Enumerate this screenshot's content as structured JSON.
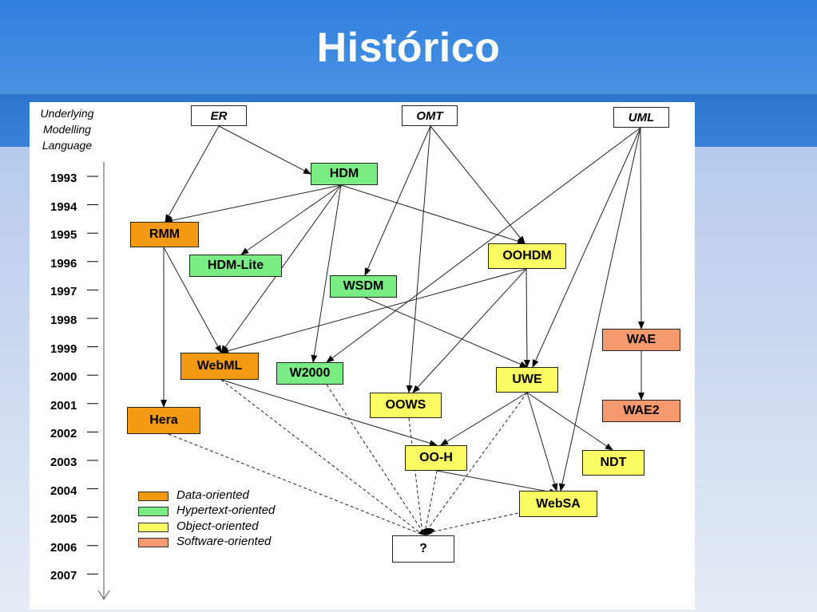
{
  "slide": {
    "title": "Histórico"
  },
  "axis": {
    "title_lines": [
      "Underlying",
      "Modelling",
      "Language"
    ],
    "years": [
      "1993",
      "1994",
      "1995",
      "1996",
      "1997",
      "1998",
      "1999",
      "2000",
      "2001",
      "2002",
      "2003",
      "2004",
      "2005",
      "2006",
      "2007"
    ]
  },
  "nodes": {
    "er": "ER",
    "omt": "OMT",
    "uml": "UML",
    "hdm": "HDM",
    "rmm": "RMM",
    "hdm_lite": "HDM-Lite",
    "oohdm": "OOHDM",
    "wsdm": "WSDM",
    "wae": "WAE",
    "webml": "WebML",
    "w2000": "W2000",
    "uwe": "UWE",
    "oows": "OOWS",
    "wae2": "WAE2",
    "hera": "Hera",
    "ooh": "OO-H",
    "ndt": "NDT",
    "websa": "WebSA",
    "question": "?"
  },
  "legend": [
    {
      "label": "Data-oriented",
      "color": "#f39a12"
    },
    {
      "label": "Hypertext-oriented",
      "color": "#7aec84"
    },
    {
      "label": "Object-oriented",
      "color": "#fbfb62"
    },
    {
      "label": "Software-oriented",
      "color": "#f59a6e"
    }
  ]
}
